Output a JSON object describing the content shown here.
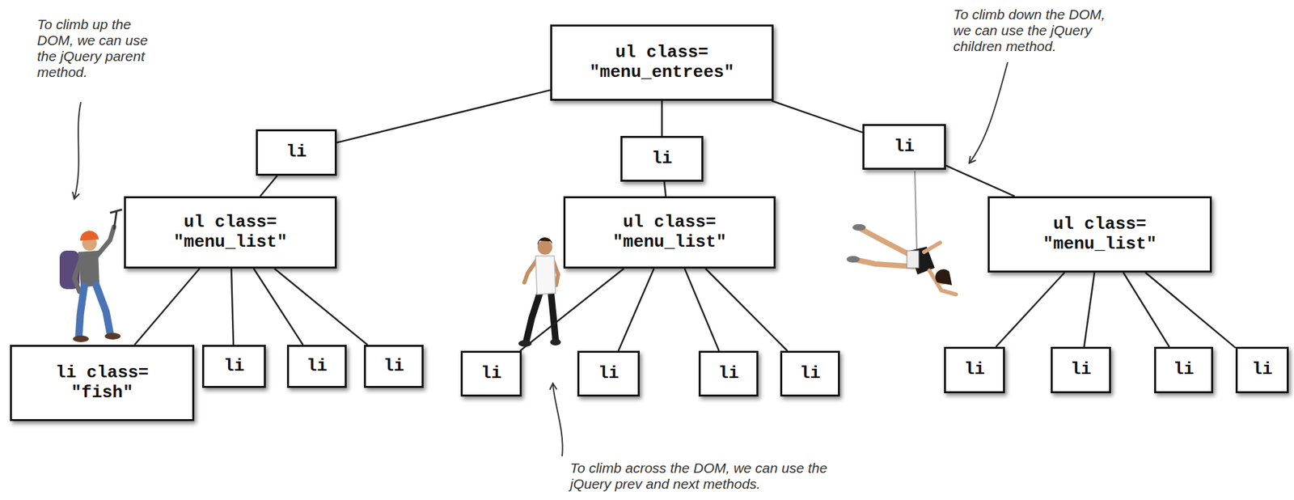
{
  "diagram": {
    "nodes": [
      {
        "text": [
          "ul class= \"menu_entrees\""
        ]
      },
      {
        "text": [
          "li"
        ]
      },
      {
        "text": [
          "li"
        ]
      },
      {
        "text": [
          "li"
        ]
      },
      {
        "text": [
          "ul class= \"menu_list\""
        ]
      },
      {
        "text": [
          "ul class= \"menu_list\""
        ]
      },
      {
        "text": [
          "ul class= \"menu_list\""
        ]
      },
      {
        "text": [
          "li class= \"fish\""
        ]
      },
      {
        "text": [
          "li"
        ]
      },
      {
        "text": [
          "li"
        ]
      },
      {
        "text": [
          "li"
        ]
      },
      {
        "text": [
          "li"
        ]
      },
      {
        "text": [
          "li"
        ]
      },
      {
        "text": [
          "li"
        ]
      },
      {
        "text": [
          "li"
        ]
      },
      {
        "text": [
          "li"
        ]
      },
      {
        "text": [
          "li"
        ]
      },
      {
        "text": [
          "li"
        ]
      },
      {
        "text": [
          "li"
        ]
      }
    ],
    "edges": [
      {
        "from": 0,
        "to": 1,
        "arrow": "none"
      },
      {
        "from": 0,
        "to": 2,
        "arrow": "none"
      },
      {
        "from": 0,
        "to": 3,
        "arrow": "none"
      },
      {
        "from": 1,
        "to": 4,
        "arrow": "none"
      },
      {
        "from": 2,
        "to": 5,
        "arrow": "none"
      },
      {
        "from": 3,
        "to": 6,
        "arrow": "none"
      },
      {
        "from": 4,
        "to": 7,
        "arrow": "none"
      },
      {
        "from": 4,
        "to": 8,
        "arrow": "none"
      },
      {
        "from": 4,
        "to": 9,
        "arrow": "none"
      },
      {
        "from": 4,
        "to": 10,
        "arrow": "none"
      },
      {
        "from": 5,
        "to": 11,
        "arrow": "none"
      },
      {
        "from": 5,
        "to": 12,
        "arrow": "none"
      },
      {
        "from": 5,
        "to": 13,
        "arrow": "none"
      },
      {
        "from": 5,
        "to": 14,
        "arrow": "none"
      },
      {
        "from": 6,
        "to": 15,
        "arrow": "none"
      },
      {
        "from": 6,
        "to": 16,
        "arrow": "none"
      },
      {
        "from": 6,
        "to": 17,
        "arrow": "none"
      },
      {
        "from": 6,
        "to": 18,
        "arrow": "none"
      }
    ],
    "labels": [
      "To climb up the DOM, we can use the jQuery parent method.",
      "To climb down the DOM, we can use the jQuery children method.",
      "To climb across the DOM, we can use the jQuery prev and next methods."
    ]
  }
}
